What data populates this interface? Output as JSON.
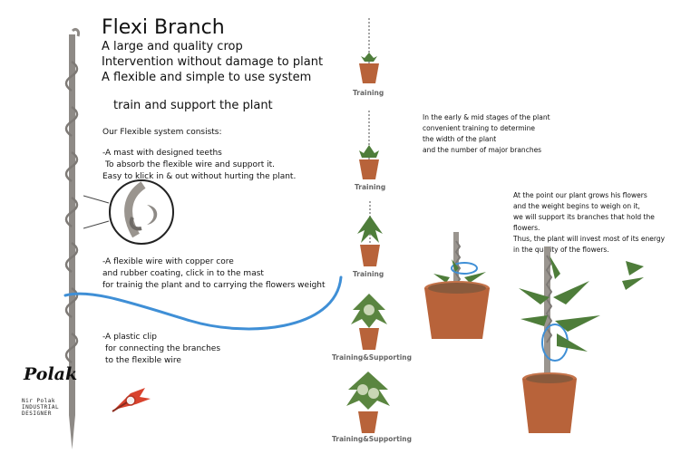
{
  "header": {
    "title": "Flexi Branch",
    "taglines": [
      "A large and quality crop",
      "Intervention without damage to plant",
      "A flexible and simple to use system"
    ],
    "subtitle": "train and support the plant"
  },
  "system": {
    "intro": "Our Flexible system consists:",
    "mast": [
      "-A mast with designed teeths",
      "To absorb the flexible wire and support it.",
      "Easy to klick in & out without hurting the plant."
    ],
    "wire": [
      "-A flexible wire with copper core",
      "and rubber coating, click in to the mast",
      "for trainig the plant and to carrying the flowers weight"
    ],
    "clip": [
      "-A plastic clip",
      "for connecting the branches",
      "to the flexible wire"
    ]
  },
  "stages": [
    "Training",
    "Training",
    "Training",
    "Training&Supporting",
    "Training&Supporting"
  ],
  "notes": {
    "early": [
      "In the early & mid stages of the plant",
      "convenient training to determine",
      "the width of the plant",
      "and the number of major branches"
    ],
    "late": [
      "At the point our plant grows his flowers",
      "and the weight begins to weigh on it,",
      "we will support its branches that hold the flowers.",
      "Thus, the plant will invest most of its energy",
      "in the quality of the flowers."
    ]
  },
  "designer": {
    "signature": "Polak",
    "lines": [
      "Nir Polak",
      "INDUSTRIAL",
      "DESIGNER"
    ]
  },
  "colors": {
    "pot": "#b8633a",
    "wire": "#3f8fd6",
    "mast": "#8e8a86",
    "leaf": "#4e7d3a",
    "clip": "#d8432e"
  }
}
